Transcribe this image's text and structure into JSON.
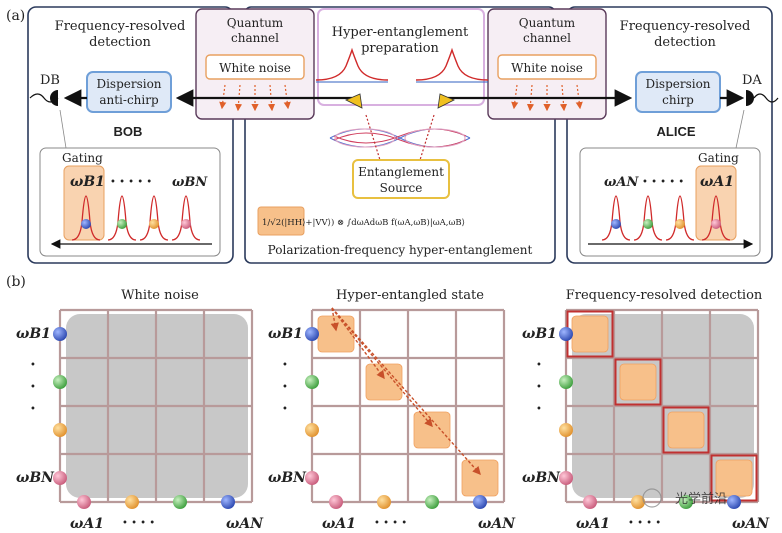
{
  "panel_a": {
    "label": "(a)",
    "bob_detection_title": [
      "Frequency-resolved",
      "detection"
    ],
    "alice_detection_title": [
      "Frequency-resolved",
      "detection"
    ],
    "bob_detector": "DB",
    "alice_detector": "DA",
    "bob_dispersion": [
      "Dispersion",
      "anti-chirp"
    ],
    "alice_dispersion": [
      "Dispersion",
      "chirp"
    ],
    "bob_name": "BOB",
    "alice_name": "ALICE",
    "quantum_channel_left": [
      "Quantum",
      "channel"
    ],
    "quantum_channel_right": [
      "Quantum",
      "channel"
    ],
    "white_noise_left": "White noise",
    "white_noise_right": "White noise",
    "center_title": [
      "Hyper-entanglement",
      "preparation"
    ],
    "source_label": [
      "Entanglement",
      "Source"
    ],
    "formula_text": "1/√2(|HH⟩+|VV⟩) ⊗ ∫dωAdωB f(ωA,ωB)|ωA,ωB⟩",
    "center_caption": "Polarization-frequency hyper-entanglement",
    "bob_gating": "Gating",
    "alice_gating": "Gating",
    "bob_omega_first": "ωB1",
    "bob_omega_last": "ωBN",
    "alice_omega_first": "ωA1",
    "alice_omega_last": "ωAN",
    "dots": "• • • • •"
  },
  "panel_b": {
    "label": "(b)",
    "grid_titles": [
      "White noise",
      "Hyper-entangled state",
      "Frequency-resolved detection"
    ],
    "y_first": "ωB1",
    "y_last": "ωBN",
    "x_first": "ωA1",
    "x_last": "ωAN",
    "dots": "• • • •"
  },
  "watermark": "光学前沿",
  "colors": {
    "blue_dot": "#3b5bbf",
    "green_dot": "#5cb85c",
    "orange_dot": "#f0a040",
    "pink_dot": "#d87090",
    "grid_line": "#b89a9a",
    "gray_fill": "#c8c8c8",
    "peach_fill": "#f7c08a",
    "red_outline": "#c03030",
    "box_border": "#2b3a5c"
  }
}
